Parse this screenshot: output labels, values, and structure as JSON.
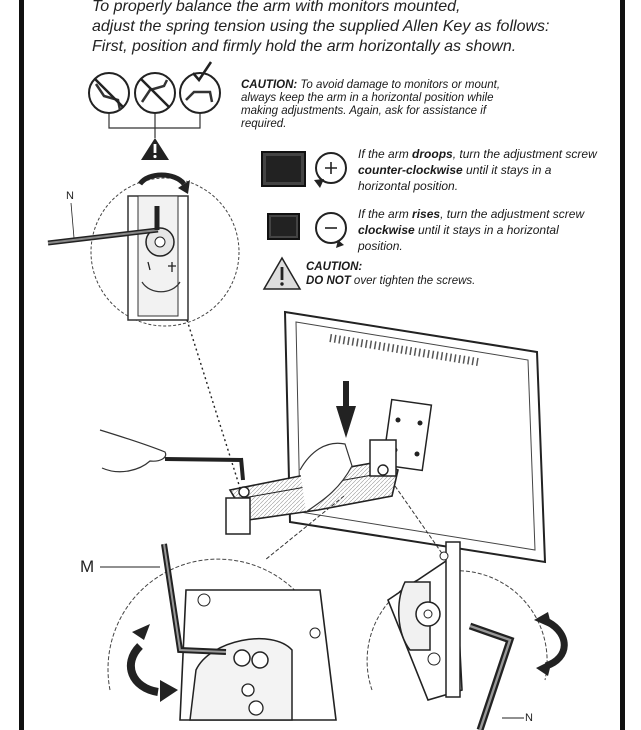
{
  "intro": {
    "line1": "To properly balance the arm with monitors mounted,",
    "line2": "adjust the spring tension using the supplied Allen Key as follows:",
    "line3": "First, position and firmly hold the arm horizontally as shown."
  },
  "caution_top": {
    "label": "CAUTION:",
    "text": "To avoid damage to monitors or mount, always keep the arm in a horizontal position while making adjustments. Again, ask for assistance if required."
  },
  "step_droops": {
    "pre": "If the arm ",
    "key": "droops",
    "mid": ", turn the adjustment screw ",
    "direction": "counter-clockwise",
    "post": " until it stays in a horizontal position."
  },
  "step_rises": {
    "pre": "If the arm ",
    "key": "rises",
    "mid": ", turn the adjustment screw ",
    "direction": "clockwise",
    "post": " until it stays in a horizontal position."
  },
  "caution_bottom": {
    "label": "CAUTION:",
    "do_not": "DO NOT",
    "text": " over tighten the screws."
  },
  "callouts": {
    "n_top": "N",
    "m": "M",
    "n_bottom": "N"
  },
  "icons": [
    "prohibited-arm-down-icon",
    "prohibited-arm-up-icon",
    "approved-arm-level-icon",
    "warning-triangle-icon",
    "plus-rotate-icon",
    "minus-rotate-icon",
    "caution-triangle-icon"
  ]
}
